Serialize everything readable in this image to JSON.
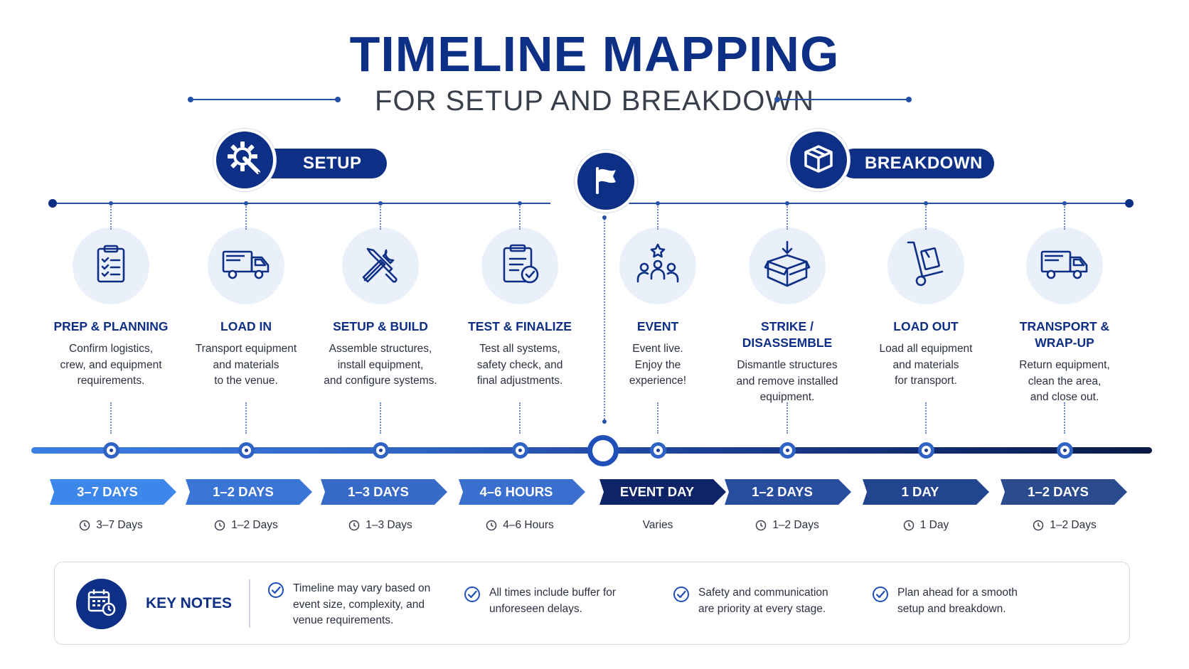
{
  "header": {
    "title": "TIMELINE MAPPING",
    "subtitle": "FOR SETUP AND BREAKDOWN"
  },
  "phases": {
    "setup": {
      "label": "SETUP",
      "icon": "gear-wrench-icon"
    },
    "event": {
      "icon": "flag-icon"
    },
    "breakdown": {
      "label": "BREAKDOWN",
      "icon": "box-icon"
    }
  },
  "stages": [
    {
      "title": "PREP & PLANNING",
      "desc": [
        "Confirm logistics,",
        "crew, and equipment",
        "requirements."
      ],
      "icon": "clipboard-checklist-icon",
      "badge": "3–7 DAYS",
      "duration": "3–7 Days"
    },
    {
      "title": "LOAD IN",
      "desc": [
        "Transport equipment",
        "and materials",
        "to the venue."
      ],
      "icon": "truck-icon",
      "badge": "1–2 DAYS",
      "duration": "1–2 Days"
    },
    {
      "title": "SETUP & BUILD",
      "desc": [
        "Assemble structures,",
        "install equipment,",
        "and configure systems."
      ],
      "icon": "tools-icon",
      "badge": "1–3 DAYS",
      "duration": "1–3 Days"
    },
    {
      "title": "TEST & FINALIZE",
      "desc": [
        "Test all systems,",
        "safety check, and",
        "final adjustments."
      ],
      "icon": "clipboard-check-icon",
      "badge": "4–6 HOURS",
      "duration": "4–6 Hours"
    },
    {
      "title": "EVENT",
      "desc": [
        "Event live.",
        "Enjoy the",
        "experience!"
      ],
      "icon": "audience-star-icon",
      "badge": "EVENT DAY",
      "duration": "Varies"
    },
    {
      "title": "STRIKE / DISASSEMBLE",
      "desc": [
        "Dismantle structures",
        "and remove installed",
        "equipment."
      ],
      "icon": "box-down-icon",
      "badge": "1–2 DAYS",
      "duration": "1–2 Days"
    },
    {
      "title": "LOAD OUT",
      "desc": [
        "Load all equipment",
        "and materials",
        "for transport."
      ],
      "icon": "hand-truck-icon",
      "badge": "1 DAY",
      "duration": "1 Day"
    },
    {
      "title": "TRANSPORT & WRAP-UP",
      "title_lines": [
        "TRANSPORT &",
        "WRAP-UP"
      ],
      "desc": [
        "Return equipment,",
        "clean the area,",
        "and close out."
      ],
      "icon": "truck-icon",
      "badge": "1–2 DAYS",
      "duration": "1–2 Days"
    }
  ],
  "colors": {
    "brand": "#0e2f86",
    "badge_colors": [
      "#3d86ea",
      "#3a74d4",
      "#3769c6",
      "#3a6fd0",
      "#0e2466",
      "#284d9e",
      "#23448e",
      "#2b4b8f"
    ]
  },
  "notes": {
    "title": "KEY NOTES",
    "icon": "calendar-clock-icon",
    "items": [
      [
        "Timeline may vary based on",
        "event size, complexity, and",
        "venue requirements."
      ],
      [
        "All times include buffer for",
        "unforeseen delays."
      ],
      [
        "Safety and communication",
        "are priority at every stage."
      ],
      [
        "Plan ahead for a smooth",
        "setup and breakdown."
      ]
    ]
  }
}
